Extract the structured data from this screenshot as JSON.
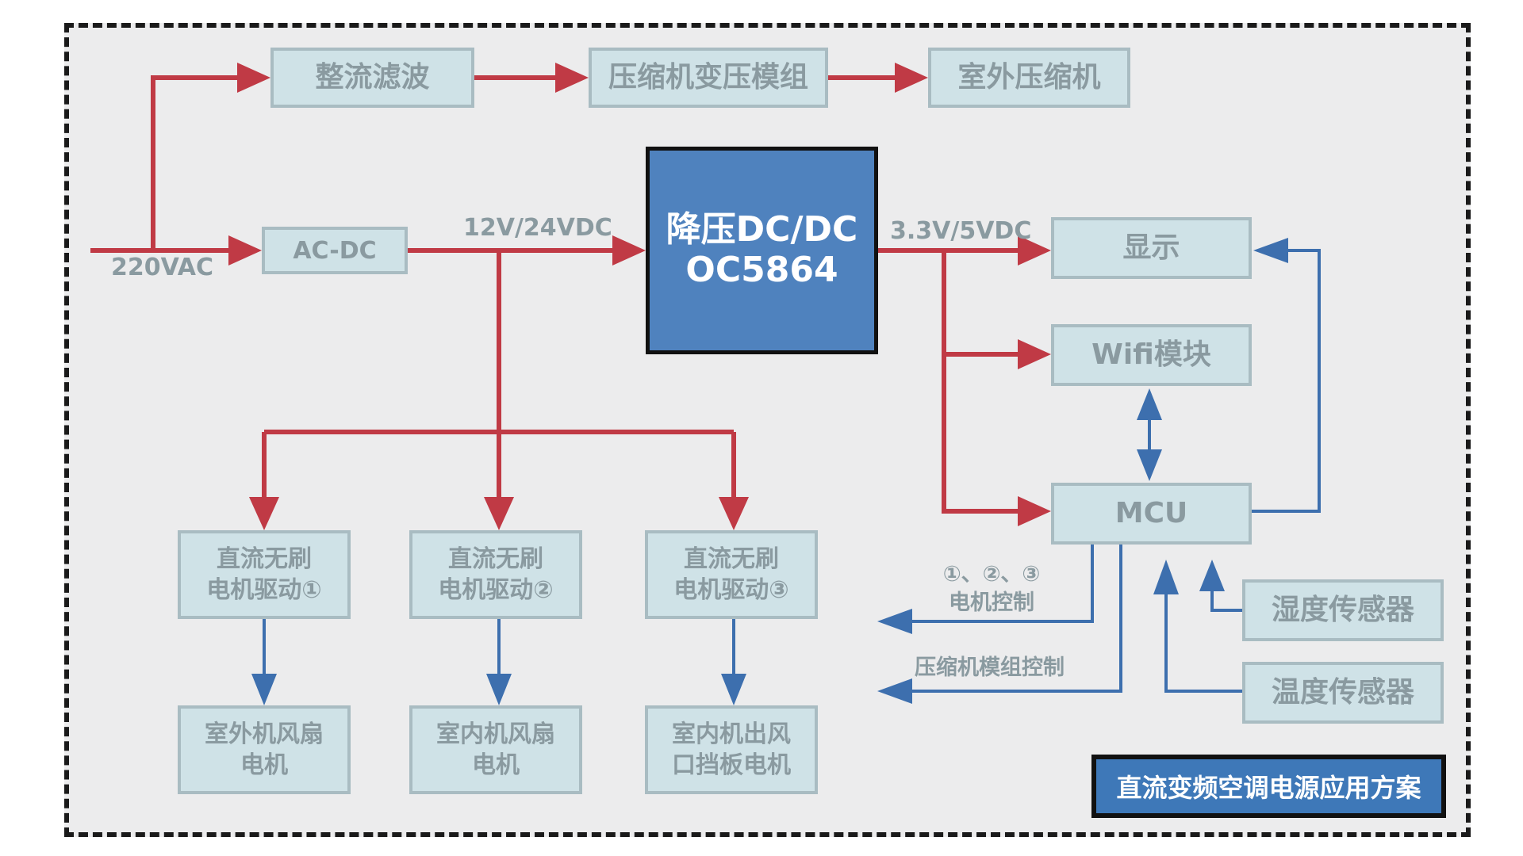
{
  "diagram": {
    "title": "直流变频空调电源应用方案",
    "chip": {
      "line1": "降压DC/DC",
      "line2": "OC5864"
    },
    "blocks": {
      "rectifier": "整流滤波",
      "compressor_transformer": "压缩机变压模组",
      "outdoor_compressor": "室外压缩机",
      "acdc": "AC-DC",
      "display": "显示",
      "wifi": "Wifi模块",
      "mcu": "MCU",
      "humidity_sensor": "湿度传感器",
      "temperature_sensor": "温度传感器",
      "bldc_driver_1": "直流无刷\n电机驱动①",
      "bldc_driver_2": "直流无刷\n电机驱动②",
      "bldc_driver_3": "直流无刷\n电机驱动③",
      "outdoor_fan_motor": "室外机风扇\n电机",
      "indoor_fan_motor": "室内机风扇\n电机",
      "indoor_outlet_damper_motor": "室内机出风\n口挡板电机"
    },
    "labels": {
      "input_voltage": "220VAC",
      "bus_voltage": "12V/24VDC",
      "logic_voltage": "3.3V/5VDC",
      "motor_control_numbers": "①、②、③",
      "motor_control": "电机控制",
      "compressor_control": "压缩机模组控制"
    },
    "colors": {
      "power_line": "#c03a45",
      "signal_line": "#3d6fae",
      "block_fill": "#cfe2e7",
      "block_border": "#a9bcc2",
      "block_text": "#8a9aa0",
      "chip_fill": "#4f82be",
      "background": "#ececed"
    }
  }
}
